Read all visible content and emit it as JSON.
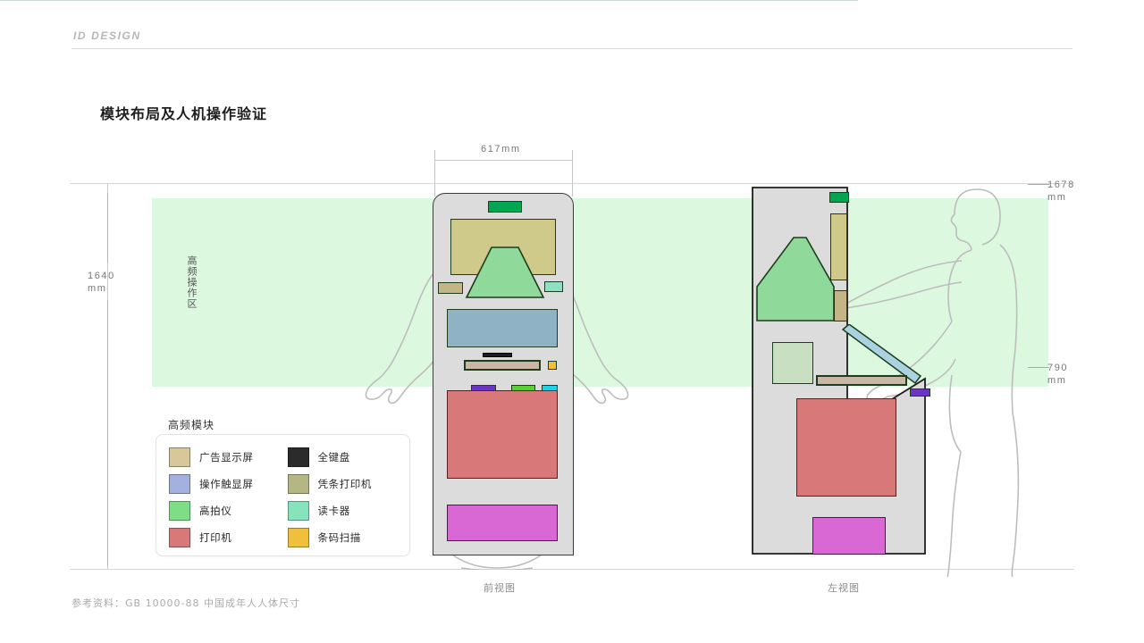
{
  "header": {
    "brand": "ID DESIGN",
    "title": "模块布局及人机操作验证"
  },
  "annotations": {
    "band_label": "高频操作区",
    "dim_height_total": "1640\nmm",
    "dim_height_1640_value": "1640",
    "dim_height_1640_unit": "mm",
    "dim_top": "1678\nmm",
    "dim_top_value": "1678",
    "dim_top_unit": "mm",
    "dim_bottom": "790\nmm",
    "dim_bottom_value": "790",
    "dim_bottom_unit": "mm",
    "dim_width": "617mm"
  },
  "views": {
    "front_caption": "前视图",
    "side_caption": "左视图"
  },
  "legend": {
    "title": "高频模块",
    "items": [
      {
        "label": "广告显示屏",
        "color": "#d6c899"
      },
      {
        "label": "全键盘",
        "color": "#2b2b2b"
      },
      {
        "label": "操作触显屏",
        "color": "#a3b1e0"
      },
      {
        "label": "凭条打印机",
        "color": "#b6b684"
      },
      {
        "label": "高拍仪",
        "color": "#7ede86"
      },
      {
        "label": "读卡器",
        "color": "#86e3bb"
      },
      {
        "label": "打印机",
        "color": "#d97878"
      },
      {
        "label": "条码扫描",
        "color": "#f0c03c"
      }
    ]
  },
  "footer": {
    "note": "参考资料：GB 10000-88 中国成年人人体尺寸"
  },
  "modules": {
    "front": [
      {
        "name": "card-reader-top",
        "color": "#00a651"
      },
      {
        "name": "ad-display",
        "color": "#cfc98a"
      },
      {
        "name": "overhead-scanner",
        "color": "#8fd99a"
      },
      {
        "name": "receipt-printer",
        "color": "#c3b586"
      },
      {
        "name": "card-reader",
        "color": "#8fe0c0"
      },
      {
        "name": "touch-display",
        "color": "#8fb3c4"
      },
      {
        "name": "keyboard-strip",
        "color": "#1d1d1d"
      },
      {
        "name": "full-keyboard",
        "color": "#c9b6a5"
      },
      {
        "name": "barcode-scanner",
        "color": "#f0c03c"
      },
      {
        "name": "module-purple",
        "color": "#6a35c4"
      },
      {
        "name": "module-green",
        "color": "#59d132"
      },
      {
        "name": "module-cyan",
        "color": "#19d4e8"
      },
      {
        "name": "printer",
        "color": "#d97878"
      },
      {
        "name": "cash-module",
        "color": "#d968d4"
      }
    ]
  },
  "colors": {
    "band": "#c6f3ca",
    "body": "#dcdcdc",
    "outline": "#3a3a3a",
    "human": "#bdbdbd"
  }
}
